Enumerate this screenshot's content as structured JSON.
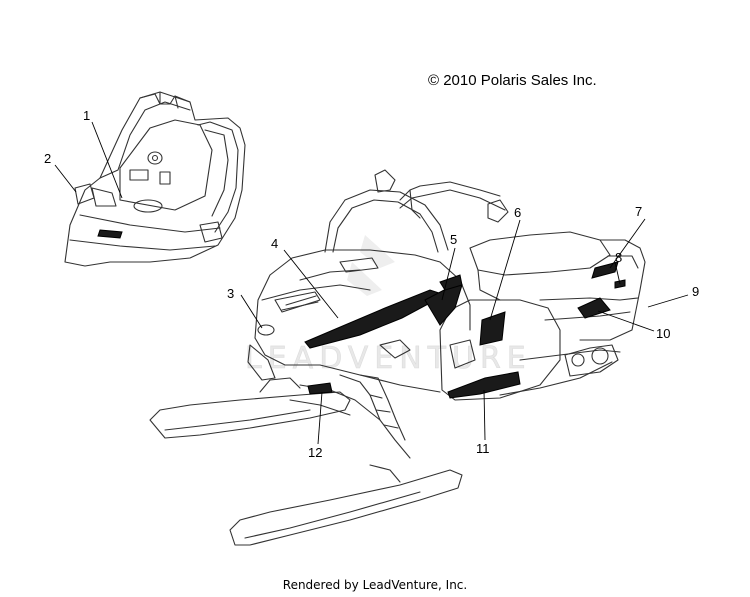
{
  "copyright": "© 2010 Polaris Sales Inc.",
  "footer": "Rendered by LeadVenture, Inc.",
  "watermark": "LEADVENTURE",
  "callouts": [
    "1",
    "2",
    "3",
    "4",
    "5",
    "6",
    "7",
    "8",
    "9",
    "10",
    "11",
    "12"
  ],
  "colors": {
    "line": "#333333",
    "decal": "#1a1a1a",
    "watermark": "#e6e6e6"
  }
}
